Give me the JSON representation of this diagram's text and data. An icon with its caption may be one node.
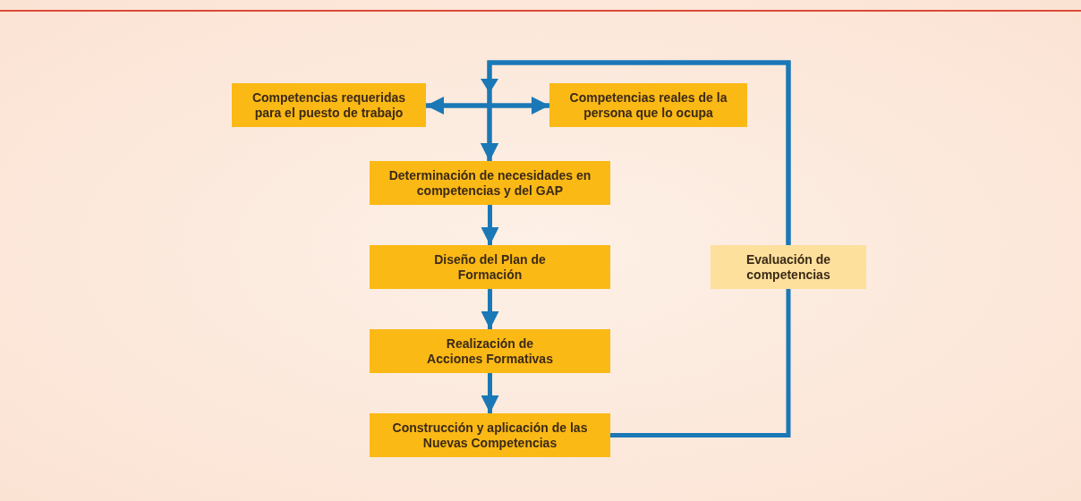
{
  "diagram": {
    "nodes": [
      {
        "text": [
          "Competencias requeridas para el puesto de trabajo"
        ]
      },
      {
        "text": [
          "Competencias reales de la persona que lo ocupa"
        ]
      },
      {
        "text": [
          "Determinación de necesidades en competencias y del GAP"
        ]
      },
      {
        "text": [
          "Diseño del Plan de Formación"
        ]
      },
      {
        "text": [
          "Realización de Acciones Formativas"
        ]
      },
      {
        "text": [
          "Construcción y aplicación de las Nuevas Competencias"
        ]
      },
      {
        "text": [
          "Evaluación de competencias"
        ]
      }
    ],
    "edges": [
      {
        "from": 5,
        "to": 6,
        "arrow": "none"
      },
      {
        "from": 6,
        "to": 0,
        "arrow": "to"
      },
      {
        "from": 6,
        "to": 1,
        "arrow": "to"
      },
      {
        "from": 0,
        "to": 2,
        "arrow": "to"
      },
      {
        "from": 1,
        "to": 2,
        "arrow": "to"
      },
      {
        "from": 2,
        "to": 3,
        "arrow": "to"
      },
      {
        "from": 3,
        "to": 4,
        "arrow": "to"
      },
      {
        "from": 4,
        "to": 5,
        "arrow": "to"
      }
    ]
  }
}
